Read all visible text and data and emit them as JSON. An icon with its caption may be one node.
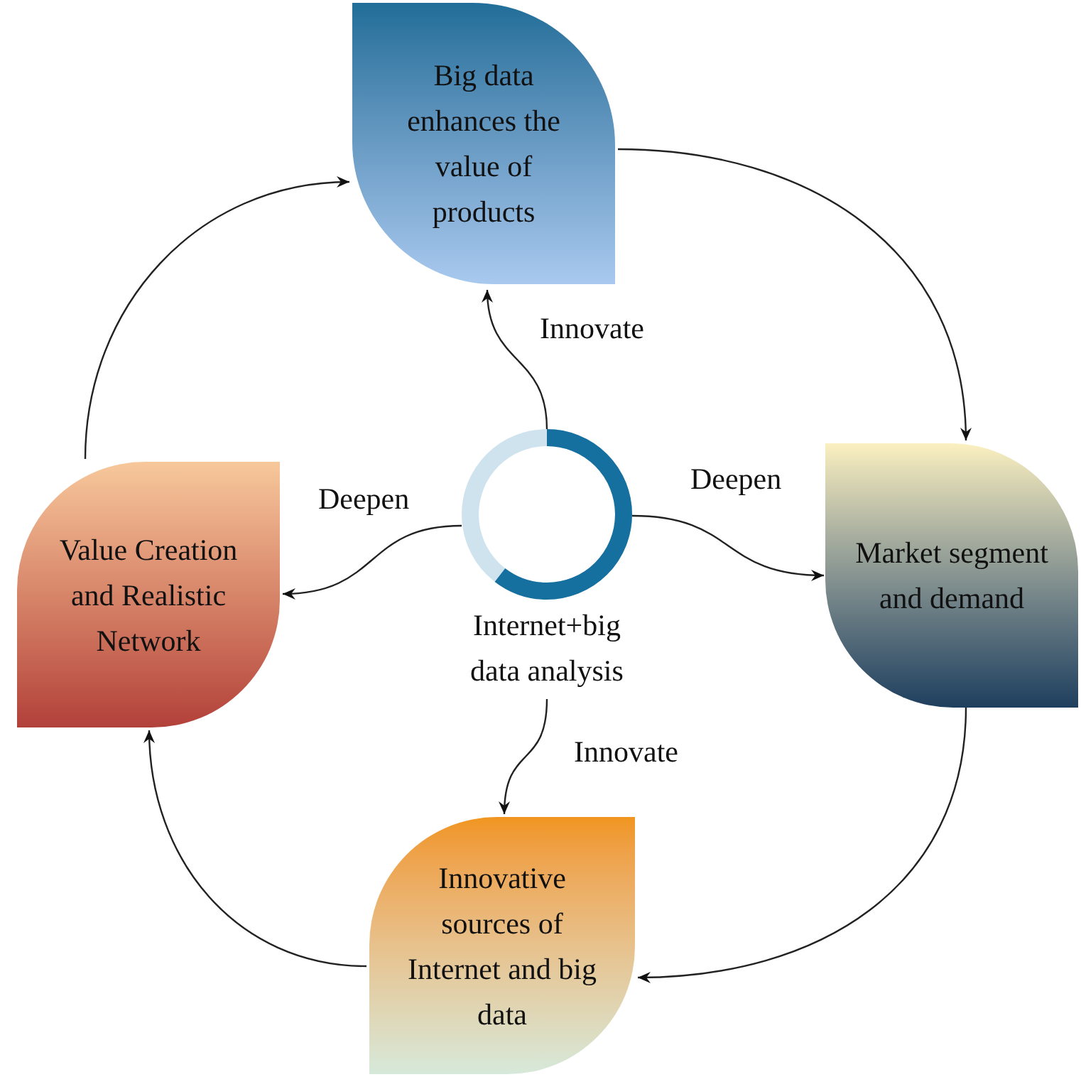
{
  "diagram": {
    "nodes": [
      {
        "text": [
          "Big data enhances the value of products"
        ]
      },
      {
        "text": [
          "Value Creation and Realistic Network"
        ]
      },
      {
        "text": [
          "Internet+big data analysis"
        ]
      },
      {
        "text": [
          "Market segment and demand"
        ]
      },
      {
        "text": [
          "Innovative sources of Internet and big data"
        ]
      }
    ],
    "edges": [
      {
        "from": 2,
        "to": 0,
        "arrow": "to",
        "label": "Innovate"
      },
      {
        "from": 2,
        "to": 3,
        "arrow": "to",
        "label": "Deepen"
      },
      {
        "from": 2,
        "to": 1,
        "arrow": "to",
        "label": "Deepen"
      },
      {
        "from": 2,
        "to": 4,
        "arrow": "to",
        "label": "Innovate"
      },
      {
        "from": 0,
        "to": 3,
        "arrow": "to"
      },
      {
        "from": 3,
        "to": 4,
        "arrow": "to"
      },
      {
        "from": 4,
        "to": 1,
        "arrow": "to"
      },
      {
        "from": 1,
        "to": 0,
        "arrow": "to"
      }
    ]
  }
}
